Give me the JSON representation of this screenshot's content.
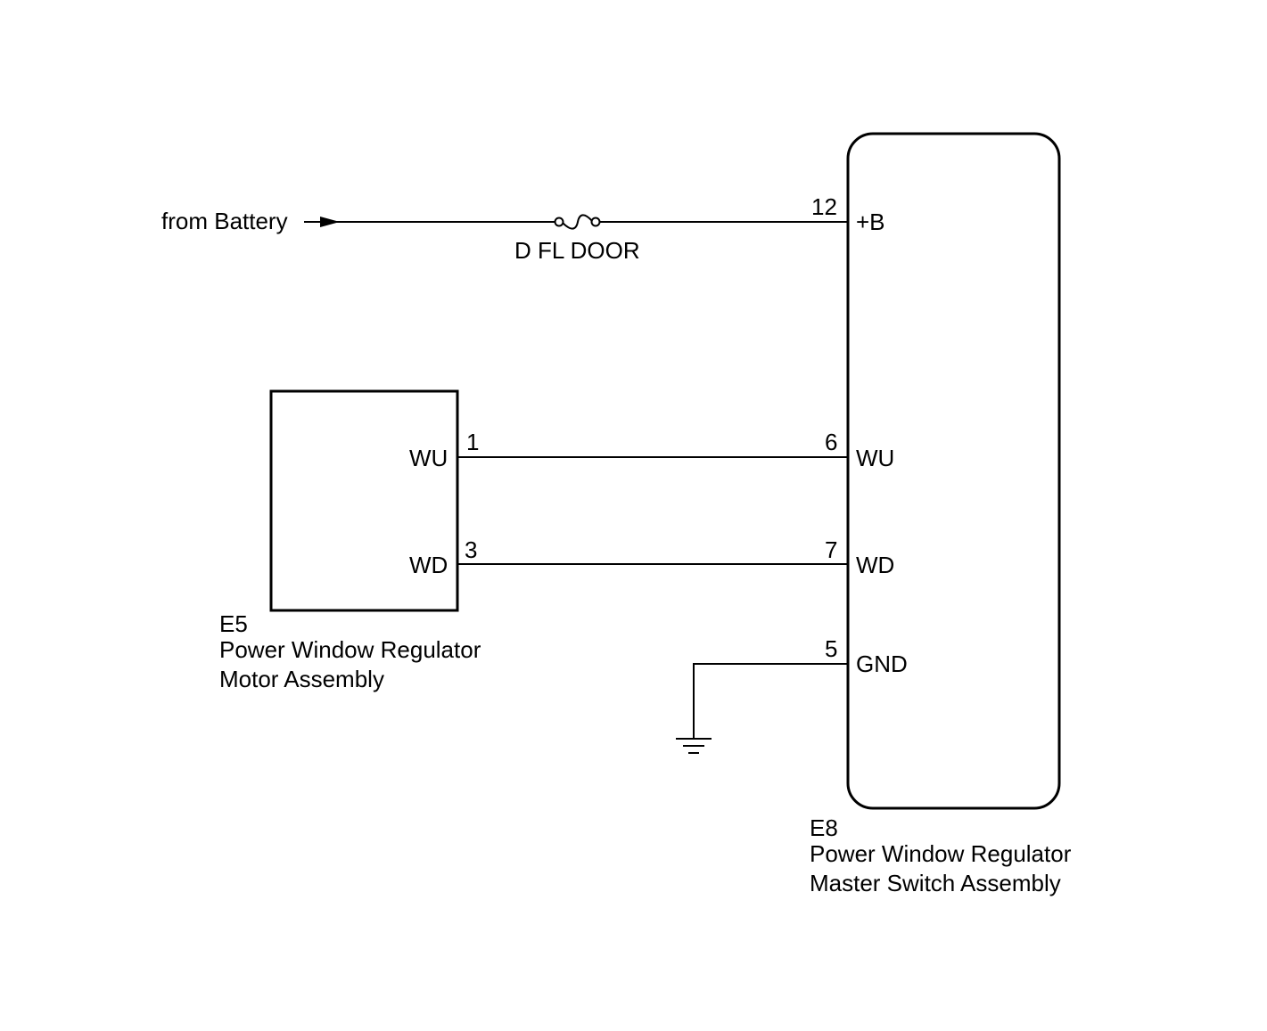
{
  "source": {
    "label": "from Battery"
  },
  "fuse": {
    "label": "D FL DOOR"
  },
  "motor": {
    "id": "E5",
    "name_line1": "Power Window Regulator",
    "name_line2": "Motor Assembly",
    "pins": [
      {
        "number": "1",
        "label": "WU"
      },
      {
        "number": "3",
        "label": "WD"
      }
    ]
  },
  "switch": {
    "id": "E8",
    "name_line1": "Power Window Regulator",
    "name_line2": "Master Switch Assembly",
    "pins": [
      {
        "number": "12",
        "label": "+B"
      },
      {
        "number": "6",
        "label": "WU"
      },
      {
        "number": "7",
        "label": "WD"
      },
      {
        "number": "5",
        "label": "GND"
      }
    ]
  }
}
